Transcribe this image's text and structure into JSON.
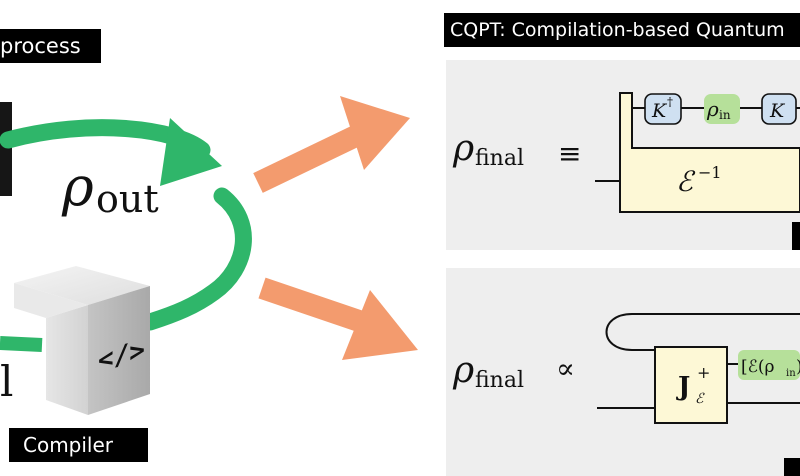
{
  "left": {
    "process_label": "process",
    "compiler_label": "Compiler",
    "rho_out": {
      "symbol": "ρ",
      "subscript": "out"
    },
    "partial_char": "l",
    "compiler_cube_text": "</>"
  },
  "right": {
    "title": "CQPT: Compilation-based Quantum",
    "top": {
      "rho_final": {
        "symbol": "ρ",
        "subscript": "final"
      },
      "relation": "≡",
      "gate_k_dagger": {
        "symbol": "K",
        "sup": "†"
      },
      "gate_rho_in": {
        "symbol": "ρ",
        "subscript": "in"
      },
      "gate_k": "K",
      "channel_inverse": {
        "symbol": "ℰ",
        "sup": "−1"
      }
    },
    "bottom": {
      "rho_final": {
        "symbol": "ρ",
        "subscript": "final"
      },
      "relation": "∝",
      "gate_j": {
        "symbol": "J",
        "sub": "ℰ",
        "sup": "+"
      },
      "output_partial": "[ℰ(ρ",
      "output_partial_sub": "in",
      "output_partial_close": ")"
    }
  },
  "colors": {
    "green_arrow": "#2fb66a",
    "orange_arrow": "#f39b6e",
    "panel_bg": "#eeeeee",
    "yellow_box": "#fdf8d6",
    "blue_gate": "#cfe0f1",
    "green_gate": "#b6e09a"
  }
}
